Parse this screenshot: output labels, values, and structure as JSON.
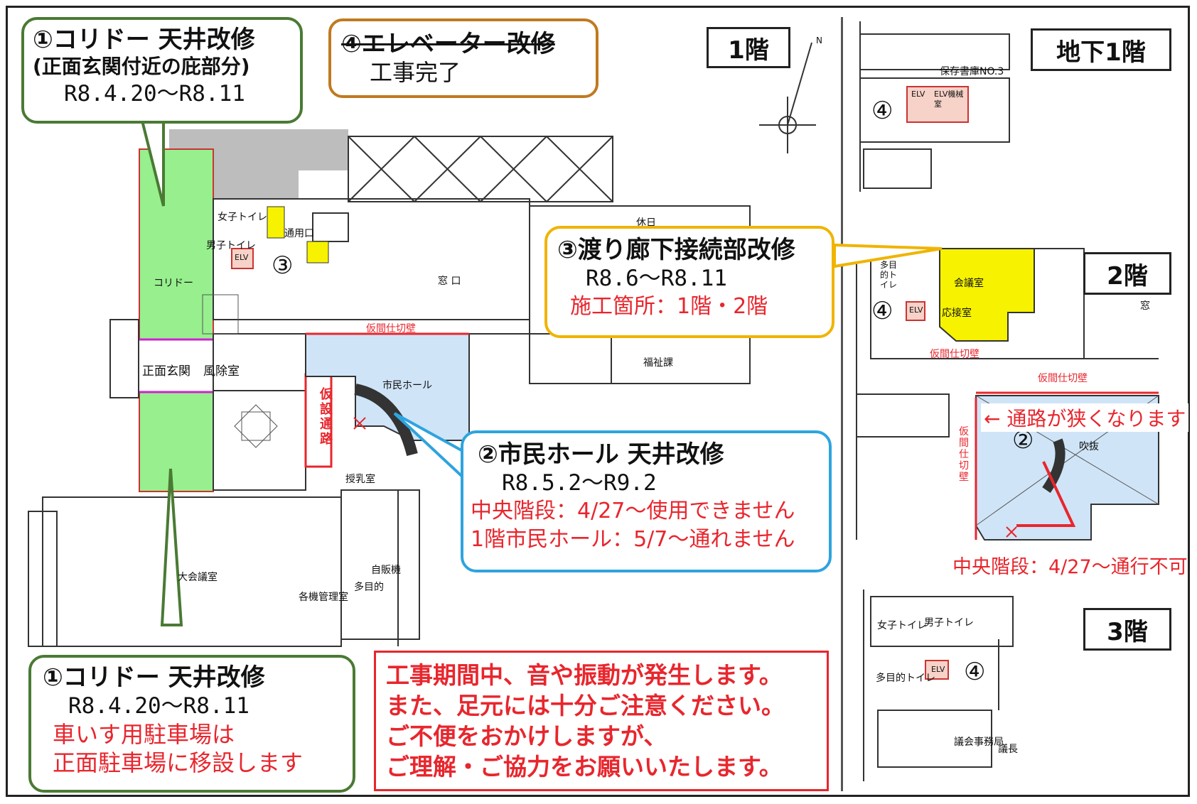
{
  "floors": {
    "f1": "1階",
    "b1": "地下1階",
    "f2": "2階",
    "f3": "3階"
  },
  "callouts": {
    "corridor_top": {
      "title": "①コリドー 天井改修",
      "sub": "(正面玄関付近の庇部分)",
      "period": "R8.4.20～R8.11"
    },
    "elevator": {
      "title": "④エレベーター改修",
      "status": "工事完了"
    },
    "bridge": {
      "title": "③渡り廊下接続部改修",
      "period": "R8.6～R8.11",
      "place": "施工箇所：1階・2階"
    },
    "hall": {
      "title": "②市民ホール 天井改修",
      "period": "R8.5.2～R9.2",
      "note1": "中央階段：4/27～使用できません",
      "note2": "1階市民ホール：5/7～通れません"
    },
    "corridor_bottom": {
      "title": "①コリドー 天井改修",
      "period": "R8.4.20～R8.11",
      "note1": "車いす用駐車場は",
      "note2": "正面駐車場に移設します"
    }
  },
  "notice": {
    "line1": "工事期間中、音や振動が発生します。",
    "line2": "また、足元には十分ご注意ください。",
    "line3": "ご不便をおかけしますが、",
    "line4": "ご理解・ご協力をお願いいたします。"
  },
  "plan_labels": {
    "corridor": "コリドー",
    "womens_toilet": "女子トイレ",
    "mens_toilet": "男子トイレ",
    "elv": "ELV",
    "elv_machine": "ELV機械室",
    "service_entrance": "通用口",
    "counter": "窓 口",
    "rest": "休日",
    "temp_partition": "仮間仕切壁",
    "front_entrance": "正面玄関",
    "windbreak": "風除室",
    "temp_passage": "仮設通路",
    "citizen_hall": "市民ホール",
    "welfare": "福祉課",
    "nursing": "授乳室",
    "vending": "自販機",
    "multipurpose": "多目的",
    "multipurpose_toilet": "多目的トイレ",
    "assembly": "大会議室",
    "machine_mgmt": "各機管理室",
    "archive": "保存書庫NO.3",
    "meeting": "会議室",
    "reception": "応接室",
    "atrium": "吹抜",
    "council_office": "議会事務局",
    "chair": "議長",
    "window": "窓",
    "narrow_note": "← 通路が狭くなります",
    "stairs_note": "中央階段：4/27～通行不可",
    "num1": "③",
    "num2": "②",
    "num4": "④",
    "north": "N"
  }
}
